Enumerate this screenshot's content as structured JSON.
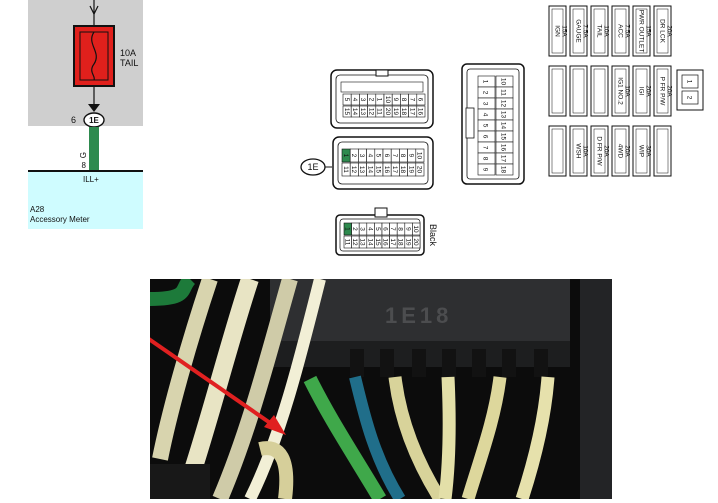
{
  "schematic": {
    "fuse_rating": "10A",
    "fuse_name": "TAIL",
    "pin_number": "6",
    "connector_tag": "1E",
    "wire_color": "G",
    "wire_pin": "8",
    "signal": "ILL+",
    "component_id": "A28",
    "component_name": "Accessory Meter"
  },
  "connectors": {
    "top_left": {
      "row1": [
        "5",
        "4",
        "3",
        "2",
        "1",
        "10",
        "9",
        "8",
        "7",
        "6"
      ],
      "row2": [
        "15",
        "14",
        "13",
        "12",
        "11",
        "20",
        "19",
        "18",
        "17",
        "16"
      ]
    },
    "upper_middle": {
      "col_a": [
        "1",
        "2",
        "3",
        "4",
        "5",
        "6",
        "7",
        "8",
        "9"
      ],
      "col_b": [
        "10",
        "11",
        "12",
        "13",
        "14",
        "15",
        "16",
        "17",
        "18"
      ]
    },
    "tag_1e": "1E",
    "mid_left": {
      "row1": [
        "1",
        "2",
        "3",
        "4",
        "5",
        "6",
        "7",
        "8",
        "9",
        "10"
      ],
      "row2": [
        "11",
        "12",
        "13",
        "14",
        "15",
        "16",
        "17",
        "18",
        "19",
        "20"
      ]
    },
    "bottom": {
      "label": "Black",
      "row1": [
        "1",
        "2",
        "3",
        "4",
        "5",
        "6",
        "7",
        "8",
        "9",
        "10"
      ],
      "row2": [
        "11",
        "12",
        "13",
        "14",
        "15",
        "16",
        "17",
        "18",
        "19",
        "20"
      ]
    }
  },
  "fuse_panel": {
    "col1": [
      {
        "name": "DR LCK",
        "amps": "20A"
      },
      {
        "name": "P FR P/W",
        "amps": "20A"
      },
      {
        "name": "",
        "amps": ""
      }
    ],
    "col2": [
      {
        "name": "PWR OUTLET",
        "amps": "15A"
      },
      {
        "name": "IGI",
        "amps": "20A"
      },
      {
        "name": "WIP",
        "amps": "30A"
      }
    ],
    "col3": [
      {
        "name": "ACC",
        "amps": "7.5A"
      },
      {
        "name": "IG1 NO.2",
        "amps": "10A"
      },
      {
        "name": "4WD",
        "amps": "20A"
      }
    ],
    "col4": [
      {
        "name": "TAIL",
        "amps": "10A"
      },
      {
        "name": "",
        "amps": ""
      },
      {
        "name": "D FR P/W",
        "amps": "20A"
      }
    ],
    "col5": [
      {
        "name": "GAUGE",
        "amps": "7.5A"
      },
      {
        "name": "",
        "amps": ""
      },
      {
        "name": "WSH",
        "amps": "10A"
      }
    ],
    "col6": [
      {
        "name": "IGN",
        "amps": "15A"
      },
      {
        "name": "",
        "amps": ""
      },
      {
        "name": "",
        "amps": ""
      }
    ],
    "relay_pins": [
      "1",
      "2"
    ]
  },
  "photo": {
    "connector_marking": "1E18"
  },
  "colors": {
    "fuse_fill": "#e0201c",
    "schematic_bg": "#cfcfcf",
    "meter_bg": "#cffcff",
    "wire_green": "#2e8a4e",
    "arrow_red": "#e02020"
  }
}
